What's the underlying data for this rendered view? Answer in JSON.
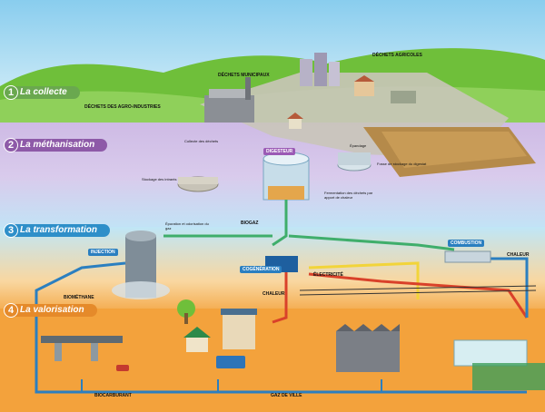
{
  "stages": [
    {
      "num": "1",
      "label": "La collecte",
      "color": "#6aa84f"
    },
    {
      "num": "2",
      "label": "La méthanisation",
      "color": "#8e5aa8"
    },
    {
      "num": "3",
      "label": "La transformation",
      "color": "#2e8fc9"
    },
    {
      "num": "4",
      "label": "La valorisation",
      "color": "#e58a2a"
    }
  ],
  "labels": {
    "dechets_municipaux": "DÉCHETS MUNICIPAUX",
    "dechets_agricoles": "DÉCHETS AGRICOLES",
    "dechets_agro": "DÉCHETS DES AGRO-INDUSTRIES",
    "collecte_dechets": "Collecte des déchets",
    "epandage": "Épandage",
    "fosse": "Fosse de stockage du digestat",
    "stockage_intrants": "Stockage des intrants",
    "digesteur": "DIGESTEUR",
    "fermentation": "Fermentation des déchets par apport de chaleur",
    "epuration": "Épuration et odorisation du gaz",
    "biogaz": "BIOGAZ",
    "injection": "INJECTION",
    "combustion": "COMBUSTION",
    "cogeneration": "COGÉNÉRATION",
    "electricite": "ÉLECTRICITÉ",
    "chaleur_top": "CHALEUR",
    "chaleur_mid": "CHALEUR",
    "biomethane": "BIOMÉTHANE",
    "biocarburant": "BIOCARBURANT",
    "gaz_de_ville": "GAZ DE VILLE"
  },
  "colors": {
    "sky": "#8fd0f0",
    "hills": "#6fbf3a",
    "purple_band": "#c7b3e0",
    "blue_band": "#bfe4f7",
    "orange_band": "#f5a13a",
    "gas_pipe": "#2b7fc0",
    "heat_pipe": "#d9412a",
    "elec_pipe": "#f2d43a",
    "green_pipe": "#3fae6b"
  }
}
